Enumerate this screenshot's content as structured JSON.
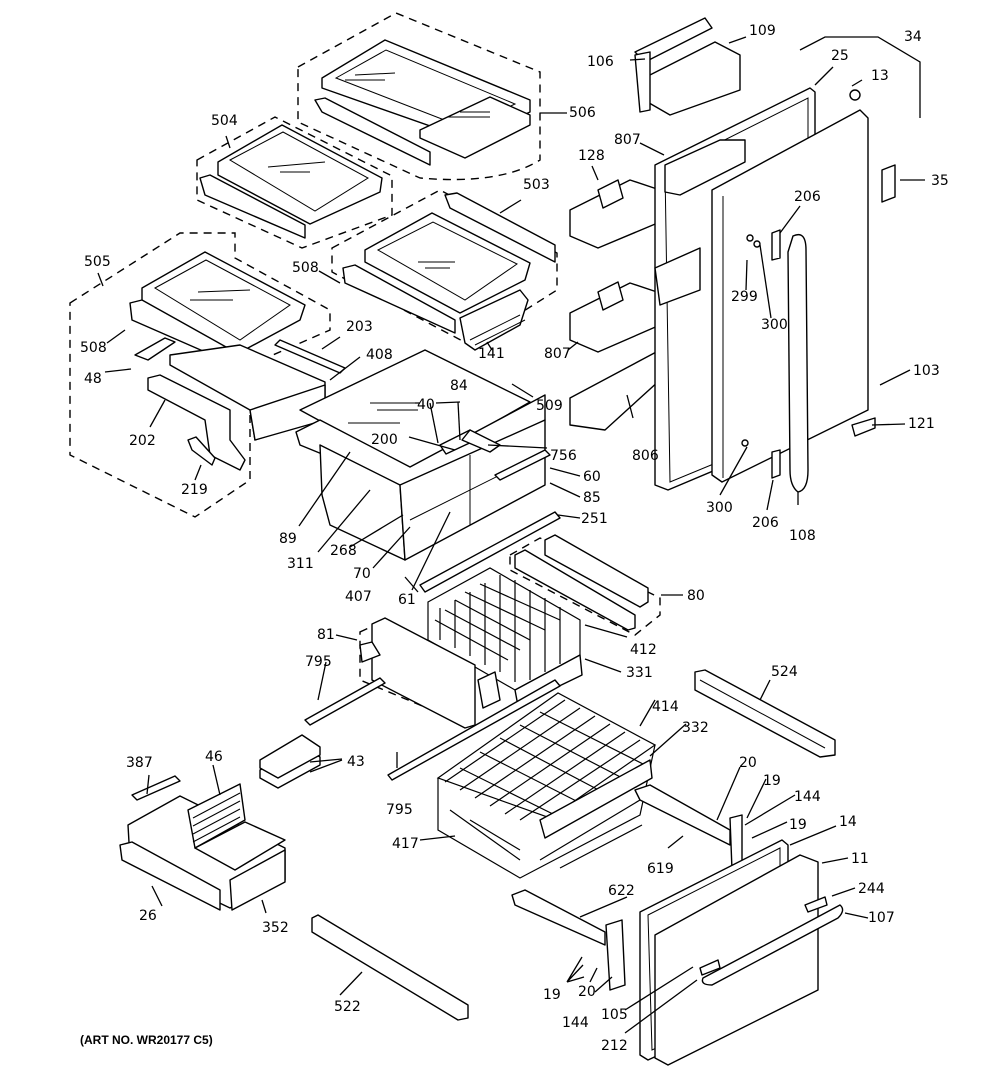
{
  "diagram": {
    "title": "Refrigerator fresh food & freezer parts exploded view",
    "art_number": "(ART NO. WR20177 C5)",
    "callouts": [
      {
        "id": "c106",
        "label": "106"
      },
      {
        "id": "c109",
        "label": "109"
      },
      {
        "id": "c34",
        "label": "34"
      },
      {
        "id": "c25",
        "label": "25"
      },
      {
        "id": "c13",
        "label": "13"
      },
      {
        "id": "c506",
        "label": "506"
      },
      {
        "id": "c504",
        "label": "504"
      },
      {
        "id": "c807a",
        "label": "807"
      },
      {
        "id": "c128",
        "label": "128"
      },
      {
        "id": "c35",
        "label": "35"
      },
      {
        "id": "c503",
        "label": "503"
      },
      {
        "id": "c206a",
        "label": "206"
      },
      {
        "id": "c505",
        "label": "505"
      },
      {
        "id": "c508a",
        "label": "508"
      },
      {
        "id": "c299",
        "label": "299"
      },
      {
        "id": "c300a",
        "label": "300"
      },
      {
        "id": "c508b",
        "label": "508"
      },
      {
        "id": "c203",
        "label": "203"
      },
      {
        "id": "c141",
        "label": "141"
      },
      {
        "id": "c807b",
        "label": "807"
      },
      {
        "id": "c48",
        "label": "48"
      },
      {
        "id": "c408",
        "label": "408"
      },
      {
        "id": "c103",
        "label": "103"
      },
      {
        "id": "c84",
        "label": "84"
      },
      {
        "id": "c40",
        "label": "40"
      },
      {
        "id": "c509",
        "label": "509"
      },
      {
        "id": "c202",
        "label": "202"
      },
      {
        "id": "c121",
        "label": "121"
      },
      {
        "id": "c200",
        "label": "200"
      },
      {
        "id": "c756",
        "label": "756"
      },
      {
        "id": "c806",
        "label": "806"
      },
      {
        "id": "c60",
        "label": "60"
      },
      {
        "id": "c219",
        "label": "219"
      },
      {
        "id": "c85",
        "label": "85"
      },
      {
        "id": "c300b",
        "label": "300"
      },
      {
        "id": "c206b",
        "label": "206"
      },
      {
        "id": "c108",
        "label": "108"
      },
      {
        "id": "c89",
        "label": "89"
      },
      {
        "id": "c251",
        "label": "251"
      },
      {
        "id": "c268",
        "label": "268"
      },
      {
        "id": "c311",
        "label": "311"
      },
      {
        "id": "c70",
        "label": "70"
      },
      {
        "id": "c407",
        "label": "407"
      },
      {
        "id": "c61",
        "label": "61"
      },
      {
        "id": "c80",
        "label": "80"
      },
      {
        "id": "c81",
        "label": "81"
      },
      {
        "id": "c412",
        "label": "412"
      },
      {
        "id": "c795a",
        "label": "795"
      },
      {
        "id": "c331",
        "label": "331"
      },
      {
        "id": "c524",
        "label": "524"
      },
      {
        "id": "c414",
        "label": "414"
      },
      {
        "id": "c332",
        "label": "332"
      },
      {
        "id": "c387",
        "label": "387"
      },
      {
        "id": "c46",
        "label": "46"
      },
      {
        "id": "c43",
        "label": "43"
      },
      {
        "id": "c20a",
        "label": "20"
      },
      {
        "id": "c795b",
        "label": "795"
      },
      {
        "id": "c19a",
        "label": "19"
      },
      {
        "id": "c144a",
        "label": "144"
      },
      {
        "id": "c19b",
        "label": "19"
      },
      {
        "id": "c14",
        "label": "14"
      },
      {
        "id": "c417",
        "label": "417"
      },
      {
        "id": "c619",
        "label": "619"
      },
      {
        "id": "c11",
        "label": "11"
      },
      {
        "id": "c244",
        "label": "244"
      },
      {
        "id": "c26",
        "label": "26"
      },
      {
        "id": "c352",
        "label": "352"
      },
      {
        "id": "c622",
        "label": "622"
      },
      {
        "id": "c107",
        "label": "107"
      },
      {
        "id": "c522",
        "label": "522"
      },
      {
        "id": "c19c",
        "label": "19"
      },
      {
        "id": "c20b",
        "label": "20"
      },
      {
        "id": "c105",
        "label": "105"
      },
      {
        "id": "c144b",
        "label": "144"
      },
      {
        "id": "c212",
        "label": "212"
      }
    ]
  }
}
